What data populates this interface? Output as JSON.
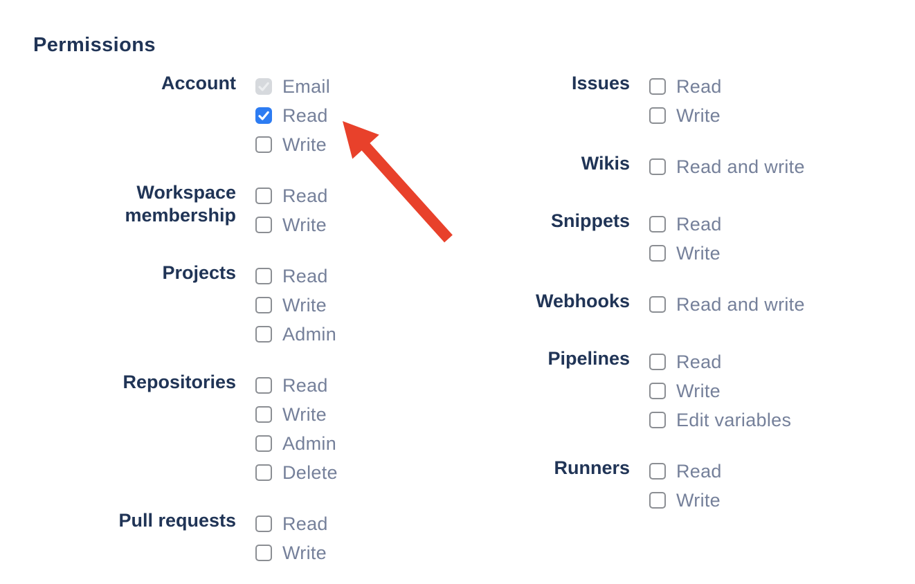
{
  "title": "Permissions",
  "colors": {
    "heading_text": "#203456",
    "option_text": "#75809A",
    "checkbox_border": "#8B8E93",
    "checkbox_checked_bg": "#2D7CF2",
    "checkbox_checkmark": "#FFFFFF",
    "checkbox_disabled_bg": "#D6D9DD",
    "checkbox_disabled_checkmark": "#ECEEF0",
    "arrow": "#E8412B"
  },
  "columns": [
    {
      "groups": [
        {
          "label": "Account",
          "options": [
            {
              "label": "Email",
              "state": "checked_disabled"
            },
            {
              "label": "Read",
              "state": "checked"
            },
            {
              "label": "Write",
              "state": "unchecked"
            }
          ]
        },
        {
          "label": "Workspace membership",
          "options": [
            {
              "label": "Read",
              "state": "unchecked"
            },
            {
              "label": "Write",
              "state": "unchecked"
            }
          ]
        },
        {
          "label": "Projects",
          "options": [
            {
              "label": "Read",
              "state": "unchecked"
            },
            {
              "label": "Write",
              "state": "unchecked"
            },
            {
              "label": "Admin",
              "state": "unchecked"
            }
          ]
        },
        {
          "label": "Repositories",
          "options": [
            {
              "label": "Read",
              "state": "unchecked"
            },
            {
              "label": "Write",
              "state": "unchecked"
            },
            {
              "label": "Admin",
              "state": "unchecked"
            },
            {
              "label": "Delete",
              "state": "unchecked"
            }
          ]
        },
        {
          "label": "Pull requests",
          "options": [
            {
              "label": "Read",
              "state": "unchecked"
            },
            {
              "label": "Write",
              "state": "unchecked"
            }
          ]
        }
      ]
    },
    {
      "groups": [
        {
          "label": "Issues",
          "options": [
            {
              "label": "Read",
              "state": "unchecked"
            },
            {
              "label": "Write",
              "state": "unchecked"
            }
          ]
        },
        {
          "label": "Wikis",
          "options": [
            {
              "label": "Read and write",
              "state": "unchecked"
            }
          ]
        },
        {
          "label": "Snippets",
          "options": [
            {
              "label": "Read",
              "state": "unchecked"
            },
            {
              "label": "Write",
              "state": "unchecked"
            }
          ]
        },
        {
          "label": "Webhooks",
          "options": [
            {
              "label": "Read and write",
              "state": "unchecked"
            }
          ]
        },
        {
          "label": "Pipelines",
          "options": [
            {
              "label": "Read",
              "state": "unchecked"
            },
            {
              "label": "Write",
              "state": "unchecked"
            },
            {
              "label": "Edit variables",
              "state": "unchecked"
            }
          ]
        },
        {
          "label": "Runners",
          "options": [
            {
              "label": "Read",
              "state": "unchecked"
            },
            {
              "label": "Write",
              "state": "unchecked"
            }
          ]
        }
      ]
    }
  ],
  "annotation": {
    "color": "#E8412B",
    "points_at": "account-read-checkbox"
  }
}
